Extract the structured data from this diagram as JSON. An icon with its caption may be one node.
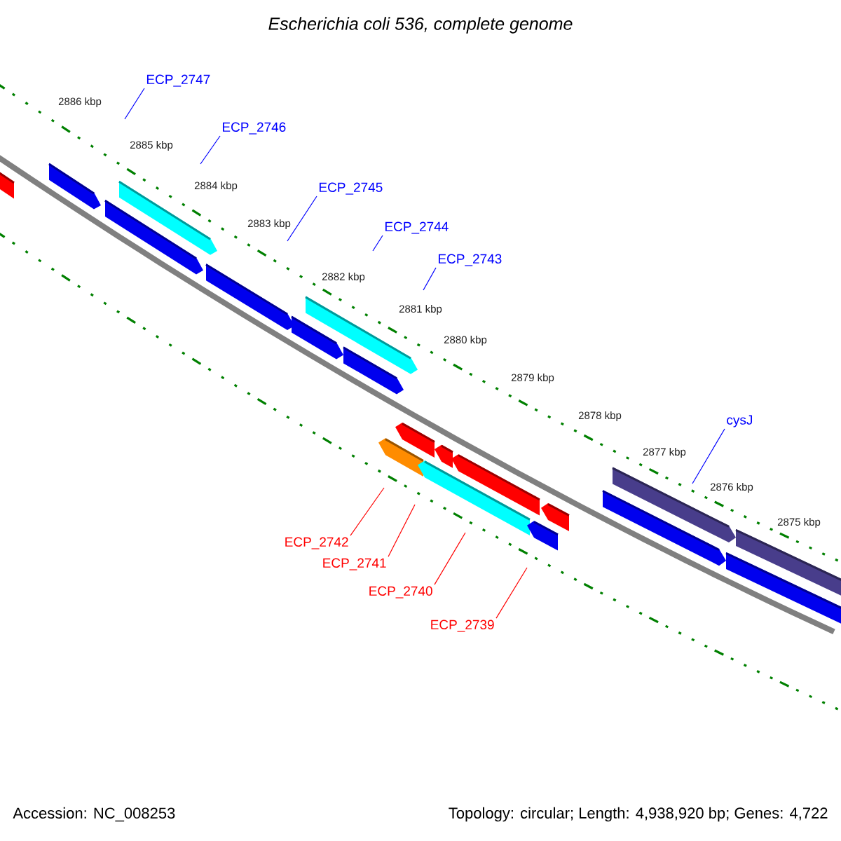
{
  "diagram": {
    "title": "Escherichia coli 536, complete genome",
    "nodes": [
      {
        "text": [
          "ECP_2747"
        ]
      },
      {
        "text": [
          "ECP_2746"
        ]
      },
      {
        "text": [
          "ECP_2745"
        ]
      },
      {
        "text": [
          "ECP_2744"
        ]
      },
      {
        "text": [
          "ECP_2743"
        ]
      },
      {
        "text": [
          "cysJ"
        ]
      },
      {
        "text": [
          "ECP_2742"
        ]
      },
      {
        "text": [
          "ECP_2741"
        ]
      },
      {
        "text": [
          "ECP_2740"
        ]
      },
      {
        "text": [
          "ECP_2739"
        ]
      }
    ],
    "edges": [
      {
        "from": 0,
        "to": null,
        "arrow": "none"
      },
      {
        "from": 1,
        "to": null,
        "arrow": "none"
      },
      {
        "from": 2,
        "to": null,
        "arrow": "none"
      },
      {
        "from": 3,
        "to": null,
        "arrow": "none"
      },
      {
        "from": 4,
        "to": null,
        "arrow": "none"
      },
      {
        "from": 5,
        "to": null,
        "arrow": "none"
      },
      {
        "from": 6,
        "to": null,
        "arrow": "none",
        "color": "#ff0000"
      },
      {
        "from": 7,
        "to": null,
        "arrow": "none",
        "color": "#ff0000"
      },
      {
        "from": 8,
        "to": null,
        "arrow": "none",
        "color": "#ff0000"
      },
      {
        "from": 9,
        "to": null,
        "arrow": "none",
        "color": "#ff0000"
      }
    ],
    "labels": [
      "2886 kbp",
      "2885 kbp",
      "2884 kbp",
      "2883 kbp",
      "2882 kbp",
      "2881 kbp",
      "2880 kbp",
      "2879 kbp",
      "2878 kbp",
      "2877 kbp",
      "2876 kbp",
      "2875 kbp",
      "Accession: NC_008253",
      "Topology: circular; Length: 4,938,920 bp; Genes: 4,722"
    ]
  }
}
